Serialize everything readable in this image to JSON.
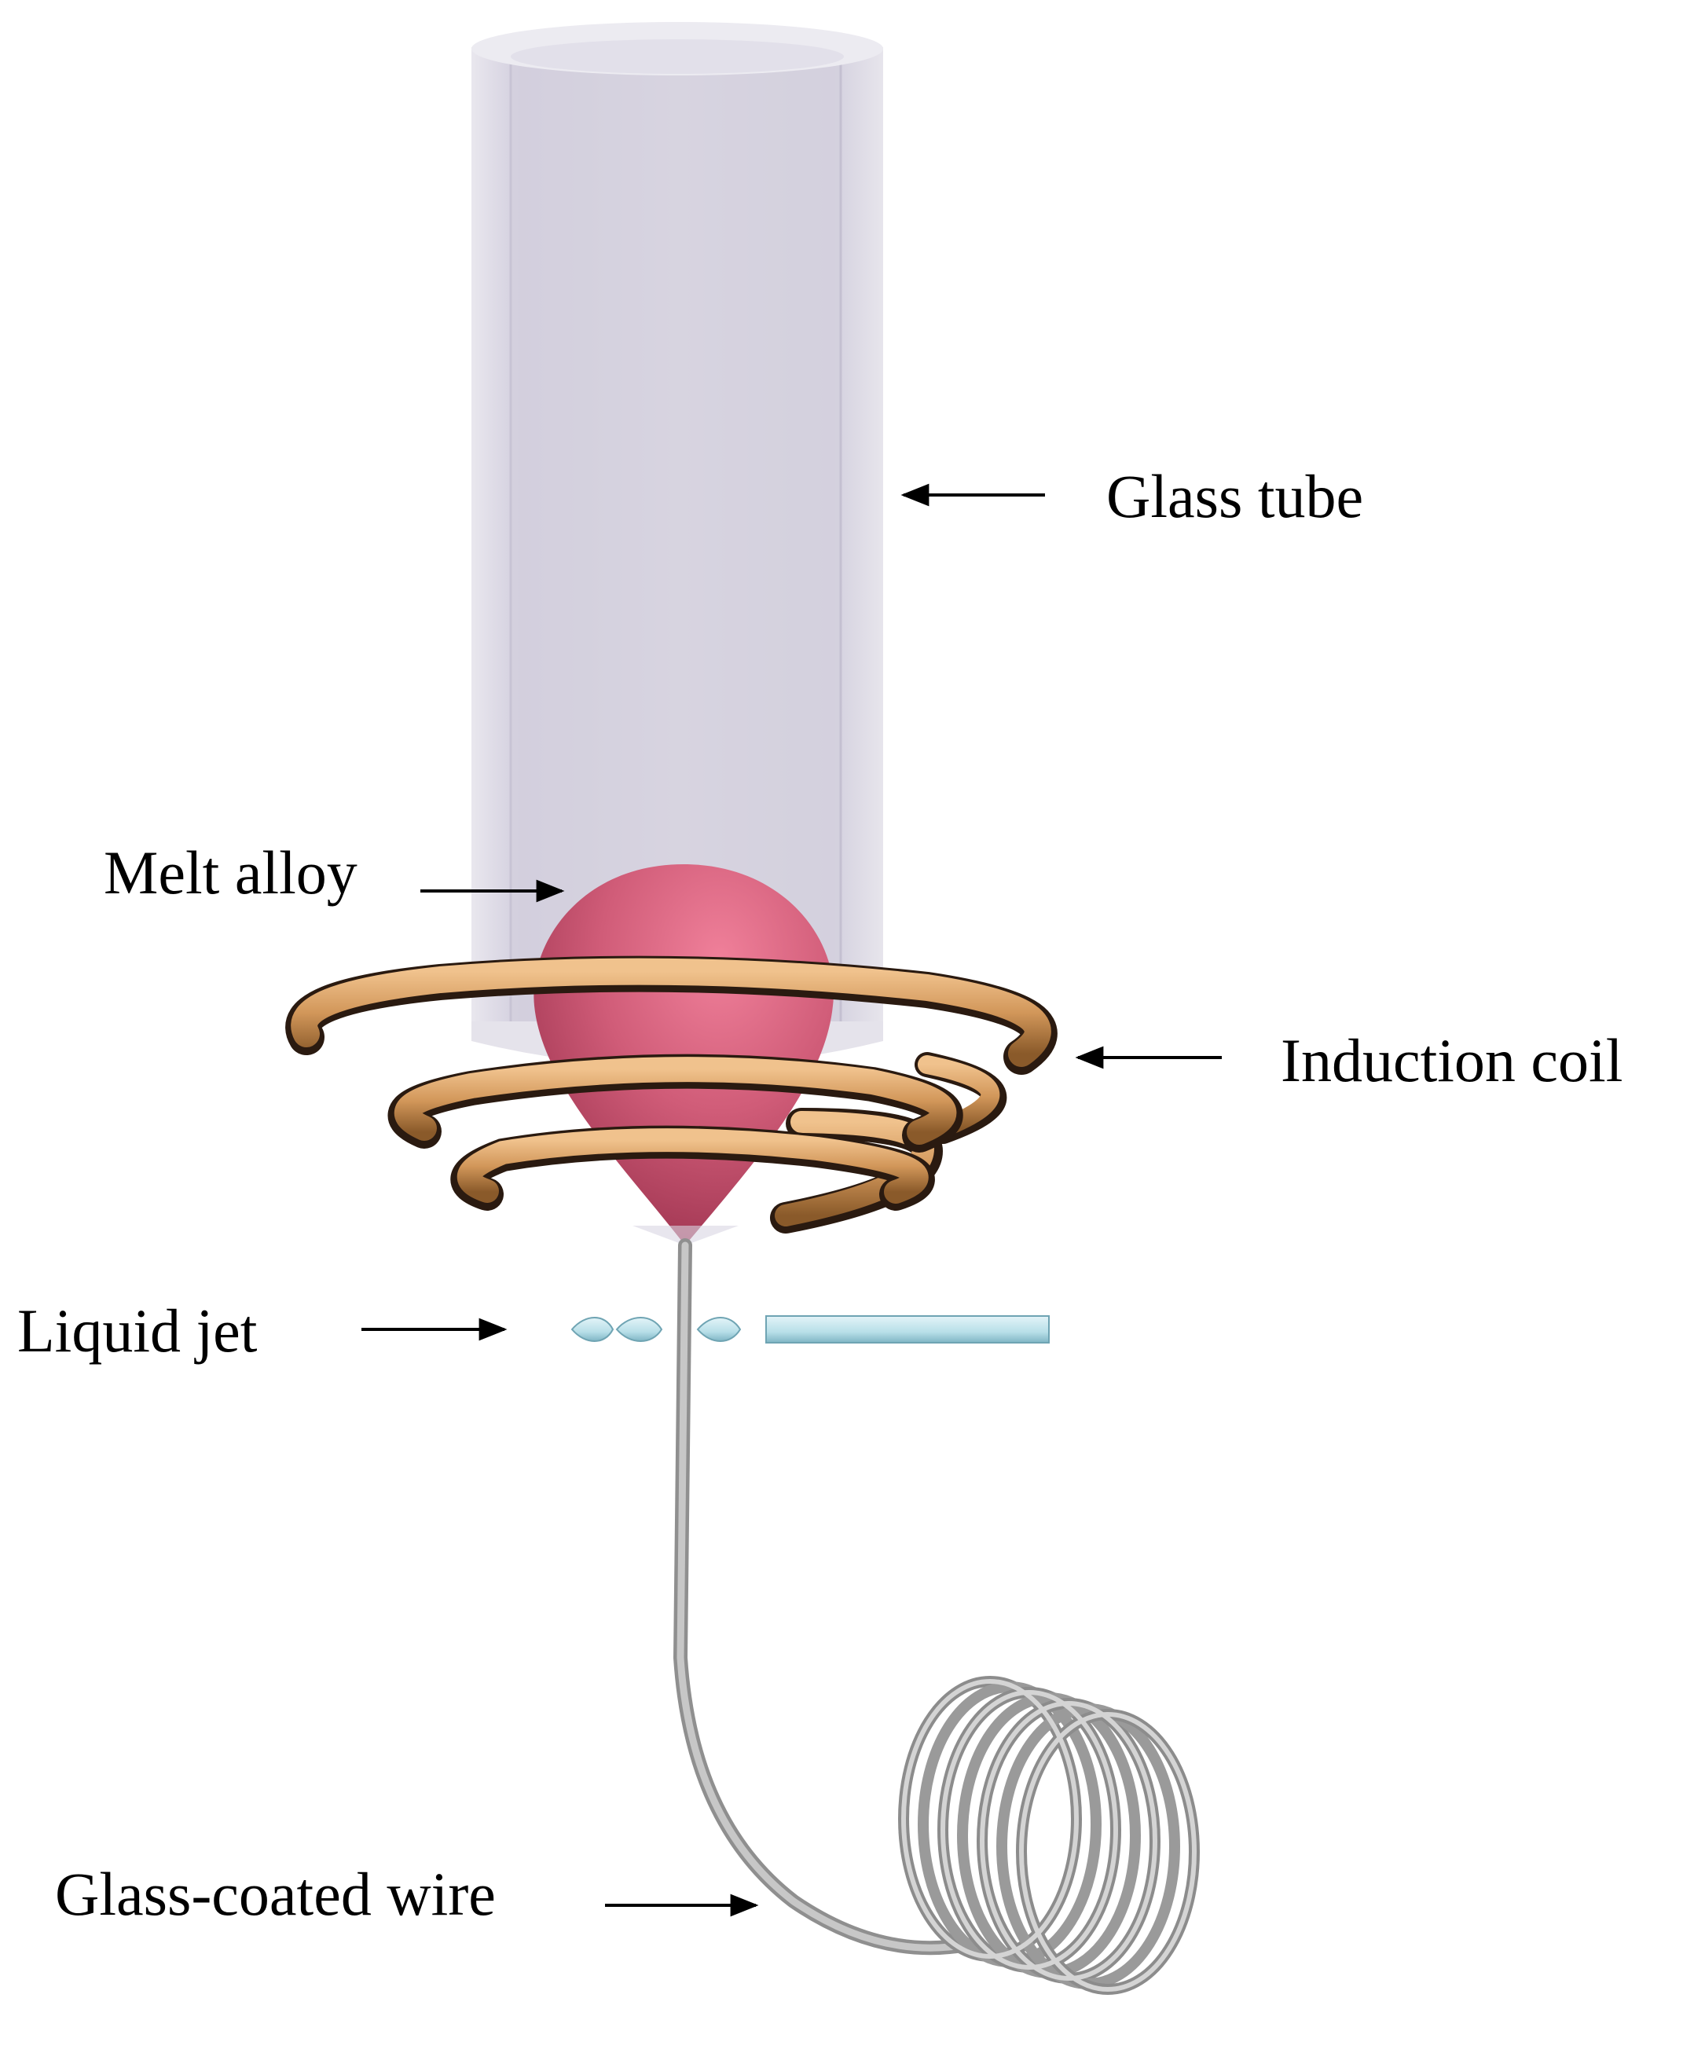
{
  "labels": {
    "glass_tube": "Glass tube",
    "melt_alloy": "Melt alloy",
    "induction_coil": "Induction coil",
    "liquid_jet": "Liquid jet",
    "glass_coated_wire": "Glass-coated wire"
  },
  "colors": {
    "glass_tube": "#d9d6e4",
    "melt_alloy": "#cf5a78",
    "induction_coil": "#d39a5c",
    "liquid_jet": "#bfe3ec",
    "wire": "#a9a9a9"
  }
}
